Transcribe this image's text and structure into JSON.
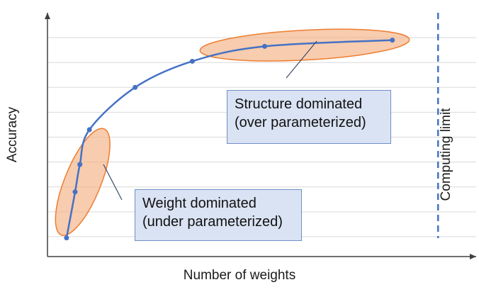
{
  "chart_data": {
    "type": "line",
    "title": "",
    "xlabel": "Number of  weights",
    "ylabel": "Accuracy",
    "grid": true,
    "series": [
      {
        "x": [
          1.0,
          1.45,
          1.7,
          2.2,
          4.6,
          7.6,
          11.4,
          18.1
        ],
        "y": [
          0.25,
          2.1,
          3.2,
          4.6,
          6.3,
          7.35,
          7.95,
          8.2
        ]
      }
    ],
    "xlim": [
      0,
      22.5
    ],
    "ylim": [
      -0.5,
      9.3
    ],
    "vline": {
      "x": 20.5,
      "label": "Computing limit",
      "color": "#4472c4"
    },
    "annotations": [
      {
        "lines": [
          "Structure dominated",
          "(over parameterized)"
        ],
        "region_x": [
          8,
          19
        ],
        "region_y": [
          7.4,
          8.6
        ]
      },
      {
        "lines": [
          "Weight dominated",
          "(under parameterized)"
        ],
        "region_x": [
          0.9,
          2.8
        ],
        "region_y": [
          0.2,
          4.8
        ]
      }
    ],
    "colors": {
      "line": "#4472c4",
      "ellipse_fill": "#f4b183",
      "ellipse_stroke": "#ed7d31",
      "box_fill": "#dae3f3",
      "grid": "#d9d9d9",
      "axis": "#404040"
    }
  }
}
